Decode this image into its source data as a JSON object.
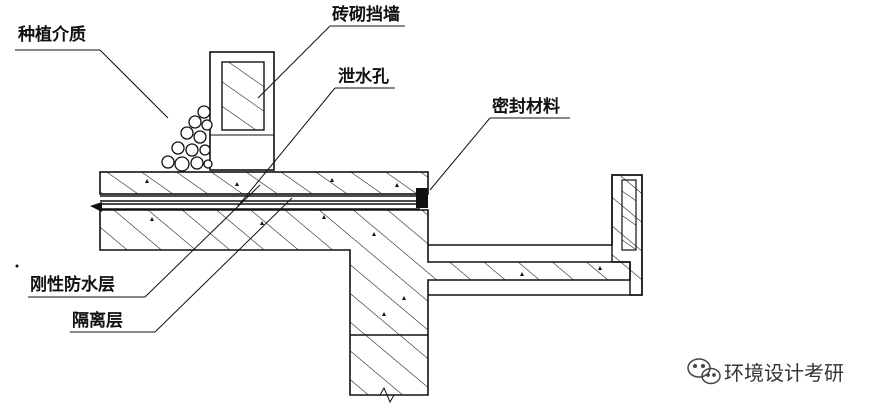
{
  "labels": {
    "planting_medium": "种植介质",
    "brick_wall": "砖砌挡墙",
    "weep_hole": "泄水孔",
    "sealing_material": "密封材料",
    "rigid_waterproof": "刚性防水层",
    "isolation_layer": "隔离层"
  },
  "watermark": {
    "text": "环境设计考研",
    "icon": "wechat-icon"
  }
}
